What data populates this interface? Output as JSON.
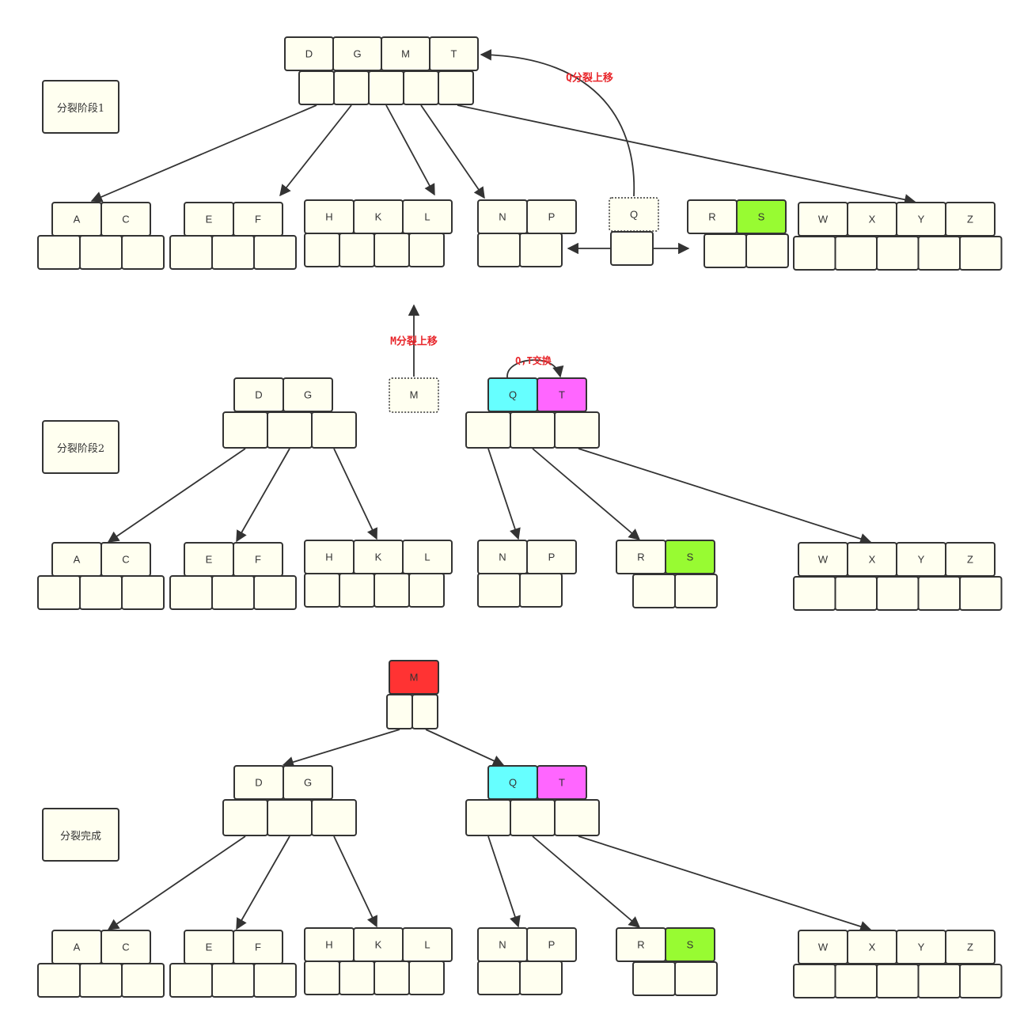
{
  "stages": [
    "分裂阶段1",
    "分裂阶段2",
    "分裂完成"
  ],
  "annotations": {
    "q_split_up": "Q分裂上移",
    "m_split_up": "M分裂上移",
    "qt_swap": "Q,T交换"
  },
  "colors": {
    "node_fill": "#fffff0",
    "border": "#333333",
    "annotation": "#e8262b",
    "green": "#98fb32",
    "cyan": "#66ffff",
    "magenta": "#ff66ff",
    "red": "#ff3333"
  },
  "stage1": {
    "root_keys": [
      "D",
      "G",
      "M",
      "T"
    ],
    "leaves": [
      [
        "A",
        "C"
      ],
      [
        "E",
        "F"
      ],
      [
        "H",
        "K",
        "L"
      ],
      [
        "N",
        "P"
      ],
      [
        "Q"
      ],
      [
        "R",
        "S"
      ],
      [
        "W",
        "X",
        "Y",
        "Z"
      ]
    ]
  },
  "stage2": {
    "left_keys": [
      "D",
      "G"
    ],
    "promoted_key": "M",
    "right_keys": [
      "Q",
      "T"
    ],
    "leaves": [
      [
        "A",
        "C"
      ],
      [
        "E",
        "F"
      ],
      [
        "H",
        "K",
        "L"
      ],
      [
        "N",
        "P"
      ],
      [
        "R",
        "S"
      ],
      [
        "W",
        "X",
        "Y",
        "Z"
      ]
    ]
  },
  "stage3": {
    "root_keys": [
      "M"
    ],
    "left_keys": [
      "D",
      "G"
    ],
    "right_keys": [
      "Q",
      "T"
    ],
    "leaves": [
      [
        "A",
        "C"
      ],
      [
        "E",
        "F"
      ],
      [
        "H",
        "K",
        "L"
      ],
      [
        "N",
        "P"
      ],
      [
        "R",
        "S"
      ],
      [
        "W",
        "X",
        "Y",
        "Z"
      ]
    ]
  }
}
